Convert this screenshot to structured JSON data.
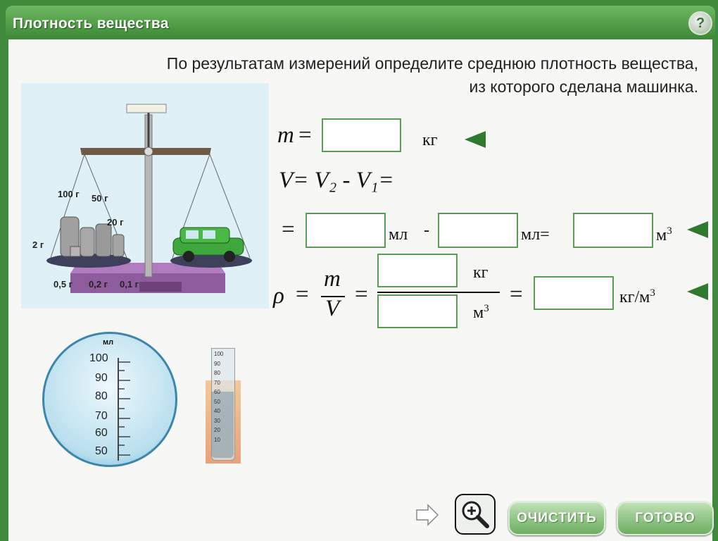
{
  "window": {
    "title": "Плотность вещества",
    "help_label": "?"
  },
  "instruction": {
    "line1": "По результатам измерений определите среднюю плотность вещества,",
    "line2": "из которого сделана машинка."
  },
  "scene": {
    "weights": [
      "100 г",
      "50 г",
      "20 г",
      "2 г",
      "0,5 г",
      "0,2 г",
      "0,1 г"
    ],
    "beaker": {
      "unit": "мл",
      "ticks": [
        "100",
        "90",
        "80",
        "70",
        "60",
        "50"
      ]
    },
    "cylinder": {
      "ticks": [
        "100",
        "90",
        "80",
        "70",
        "60",
        "50",
        "40",
        "30",
        "20",
        "10"
      ]
    }
  },
  "formula": {
    "m_var": "m",
    "eq": "=",
    "unit_kg": "кг",
    "V_line": "V= V₂ - V₁=",
    "eq2": "=",
    "unit_ml": "мл",
    "minus": "-",
    "unit_ml_eq": "мл=",
    "unit_m": "м",
    "cube": "3",
    "rho": "ρ",
    "frac_m": "m",
    "frac_V": "V",
    "unit_kg_frac": "кг",
    "unit_m_frac": "м",
    "unit_density": "кг/м"
  },
  "buttons": {
    "clear": "ОЧИСТИТЬ",
    "done": "ГОТОВО"
  },
  "icons": {
    "hint": "triangle-left-icon",
    "zoom": "magnifier-plus-icon",
    "arrow": "arrow-right-icon"
  }
}
